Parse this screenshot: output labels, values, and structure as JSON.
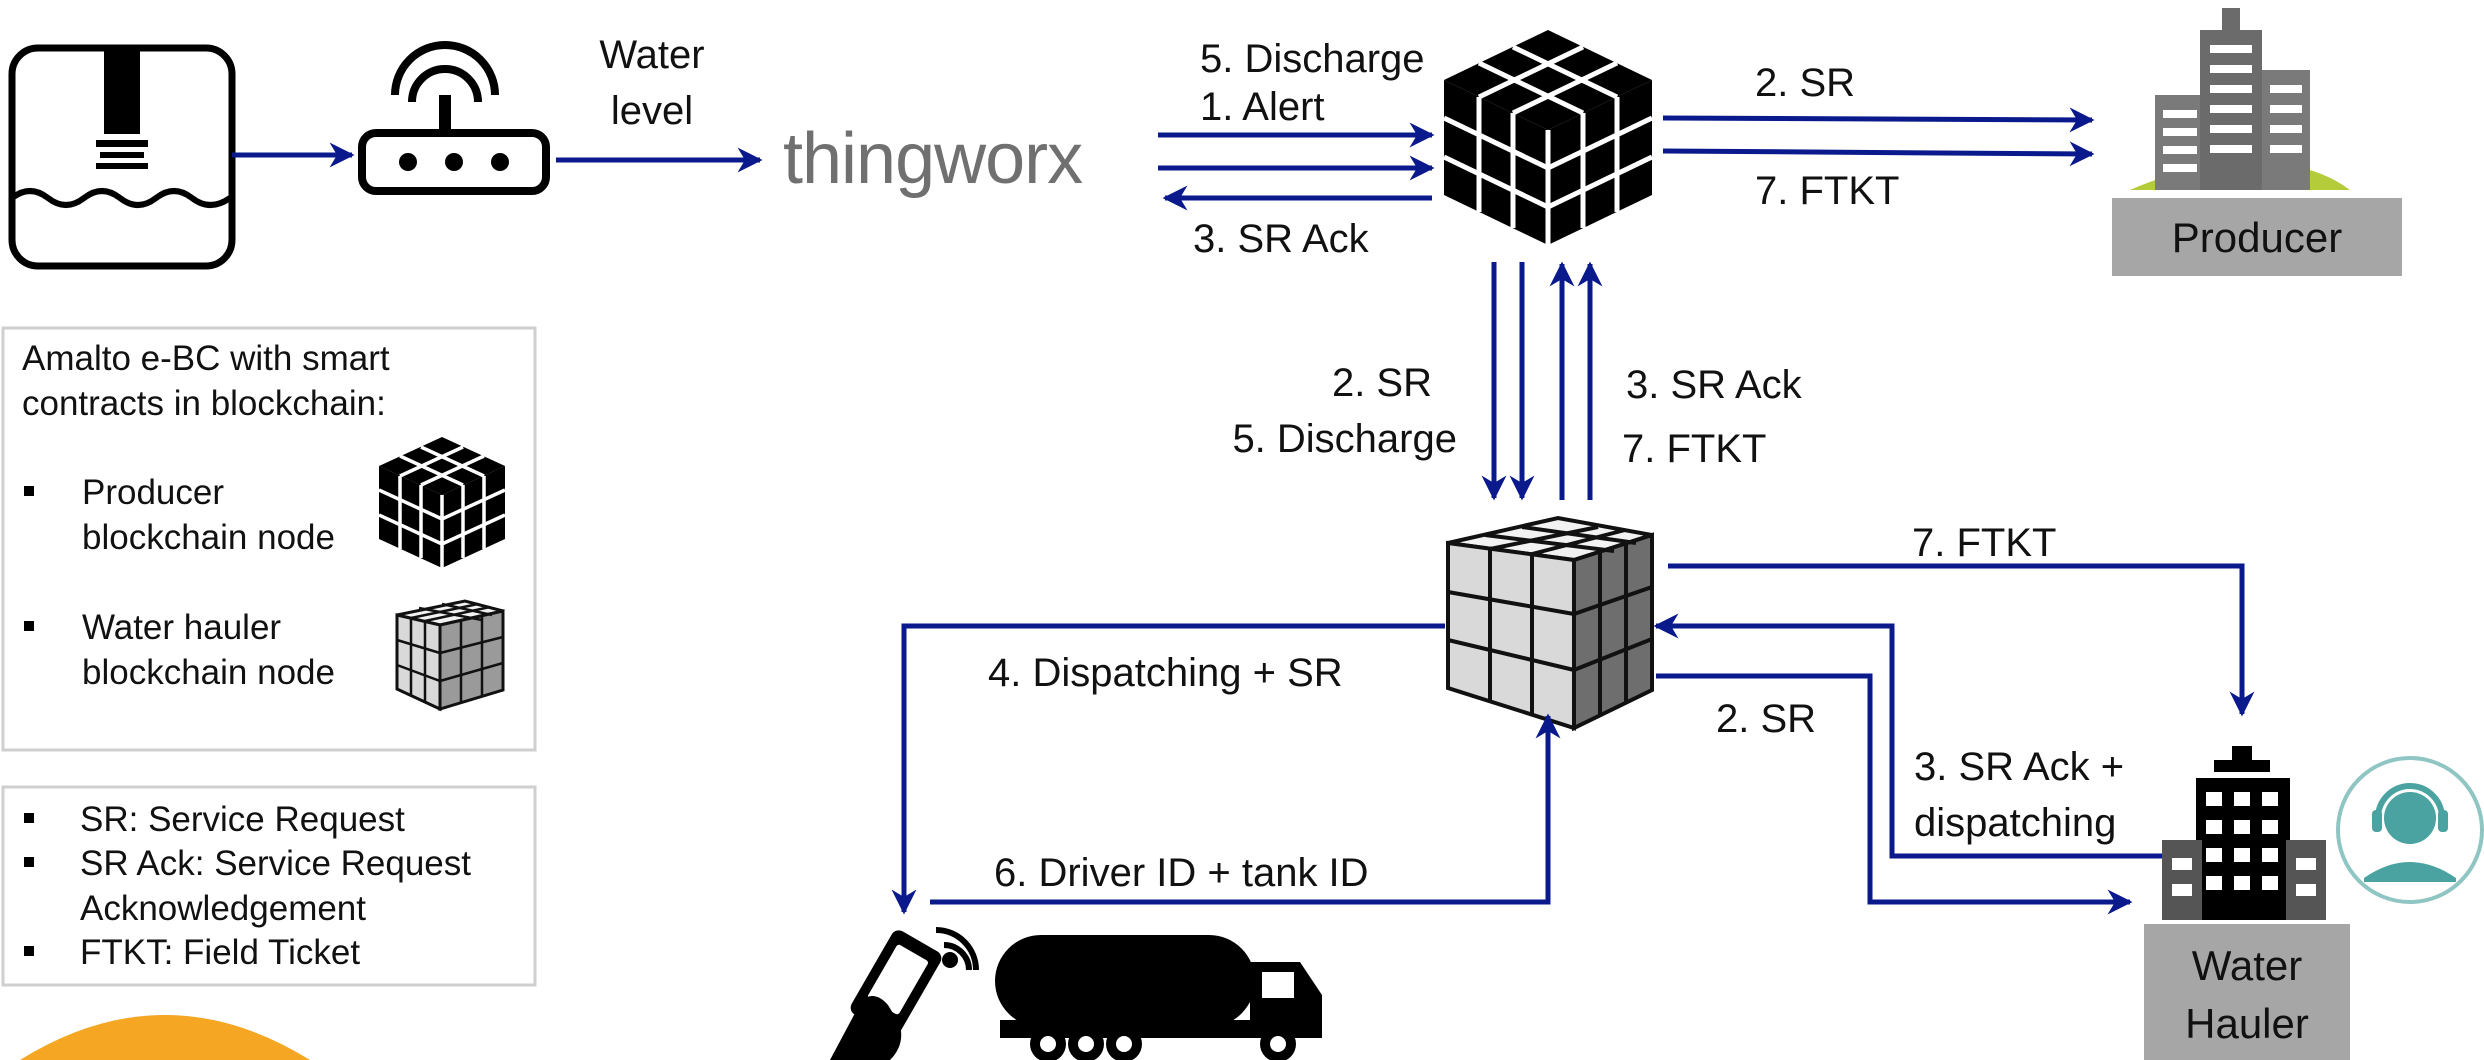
{
  "labels": {
    "water_level_line1": "Water",
    "water_level_line2": "level",
    "thingworx_logo": "thingworx",
    "discharge_top": "5. Discharge",
    "alert": "1. Alert",
    "sr_ack_top": "3. SR Ack",
    "sr_right": "2. SR",
    "ftkt_right": "7. FTKT",
    "producer": "Producer",
    "sr_mid": "2. SR",
    "discharge_mid": "5. Discharge",
    "sr_ack_mid": "3. SR Ack",
    "ftkt_mid": "7. FTKT",
    "ftkt_hauler": "7. FTKT",
    "dispatching_sr": "4. Dispatching + SR",
    "sr_hauler": "2. SR",
    "sr_ack_dispatch_line1": "3. SR Ack +",
    "sr_ack_dispatch_line2": "dispatching",
    "driver_tank": "6.  Driver ID + tank ID",
    "water_hauler_line1": "Water",
    "water_hauler_line2": "Hauler"
  },
  "legend": {
    "title_line1": "Amalto e-BC with smart",
    "title_line2": "contracts in blockchain:",
    "producer_node_line1": "Producer",
    "producer_node_line2": "blockchain node",
    "hauler_node_line1": "Water hauler",
    "hauler_node_line2": "blockchain node"
  },
  "glossary": {
    "sr": "SR: Service Request",
    "sr_ack_line1": "SR Ack: Service Request",
    "sr_ack_line2": "Acknowledgement",
    "ftkt": "FTKT: Field Ticket"
  },
  "icons": [
    "tank-sensor-icon",
    "router-icon",
    "black-cube-icon",
    "gray-cube-icon",
    "building-icon",
    "office-building-icon",
    "support-agent-icon",
    "phone-nfc-icon",
    "tanker-truck-icon"
  ],
  "colors": {
    "arrow": "#0a1a8c",
    "producer_box": "#a6a6a6",
    "hauler_box": "#a6a6a6",
    "grass": "#b5cc3a",
    "agent": "#4aa3a0",
    "orange": "#f5a623"
  }
}
